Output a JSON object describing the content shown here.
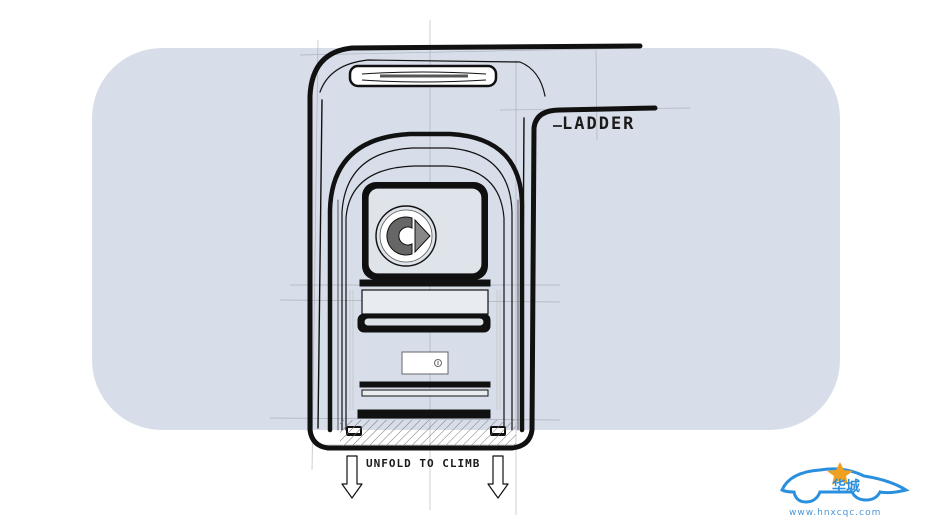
{
  "annotations": {
    "ladder_label": "LADDER",
    "unfold_label": "UNFOLD TO CLIMB"
  },
  "watermark": {
    "logo_text": "华城",
    "url": "www.hnxcqc.com"
  },
  "colors": {
    "panel_bg": "#d8dee9",
    "ink": "#1a1a1a",
    "logo_blue": "#2a8fdc",
    "star_orange": "#f0a020"
  },
  "icons": [
    "brand-logo-icon",
    "handle-icon",
    "arrow-down-icon",
    "watermark-logo-icon"
  ]
}
